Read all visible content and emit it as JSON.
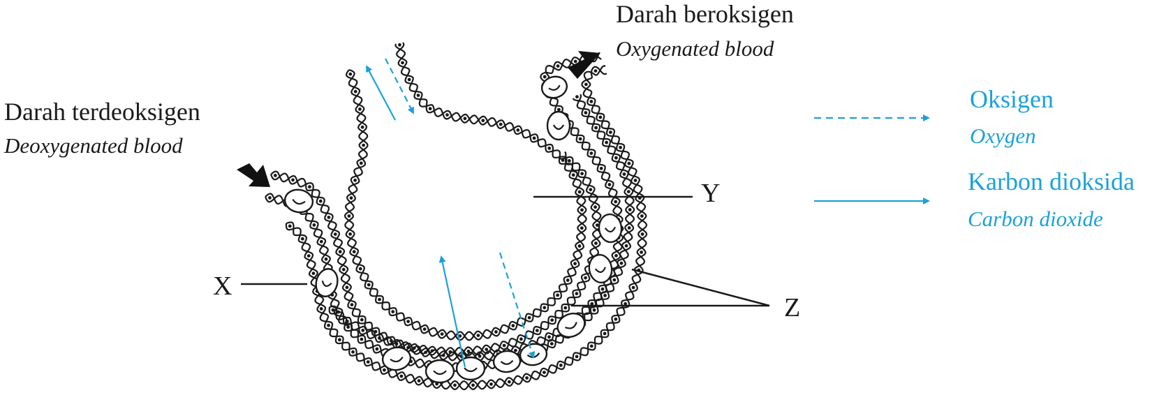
{
  "labels": {
    "deoxygenated_ms": "Darah terdeoksigen",
    "deoxygenated_en": "Deoxygenated blood",
    "oxygenated_ms": "Darah beroksigen",
    "oxygenated_en": "Oxygenated blood",
    "x": "X",
    "y": "Y",
    "z": "Z"
  },
  "legend": {
    "oxygen_ms": "Oksigen",
    "oxygen_en": "Oxygen",
    "co2_ms": "Karbon dioksida",
    "co2_en": "Carbon dioxide"
  },
  "colors": {
    "line": "#1a1a1a",
    "accent": "#1ba1d8",
    "cell_fill": "#ffffff"
  },
  "legend_styles": {
    "oxygen": "dashed arrow",
    "co2": "solid arrow"
  }
}
